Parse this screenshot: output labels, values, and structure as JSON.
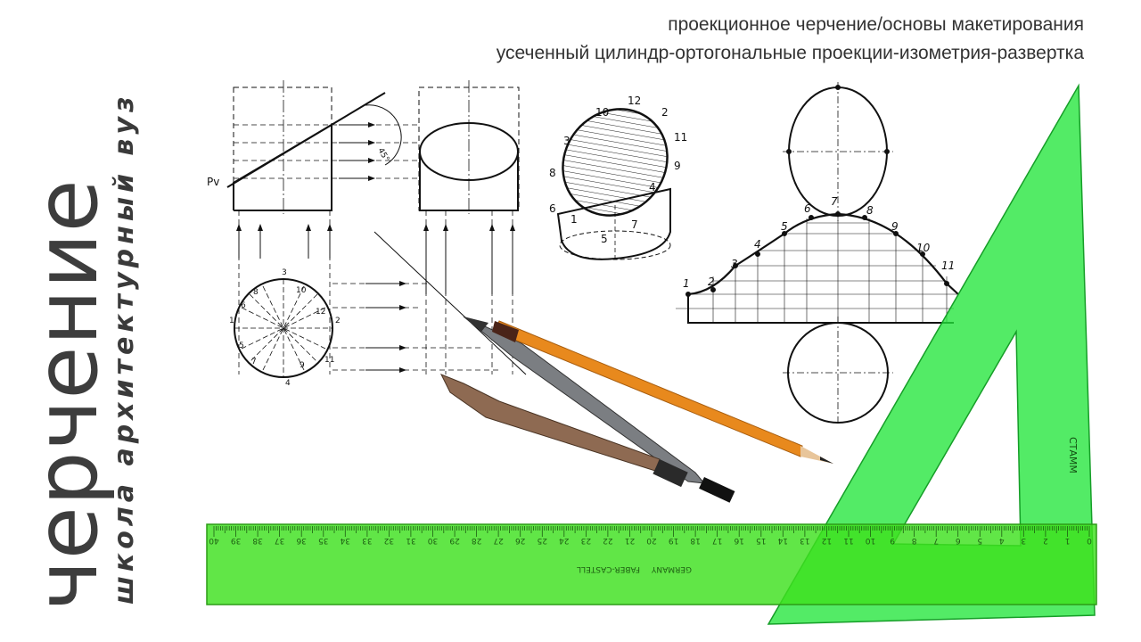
{
  "vertical_title": "черчение",
  "vertical_subtitle": "школа архитектурный вуз",
  "heading_line1": "проекционное черчение/основы макетирования",
  "heading_line2": "усеченный цилиндр-ортогональные проекции-изометрия-развертка",
  "drawing_labels": {
    "plane": "Pv",
    "angle": "45°",
    "circle_points": [
      "1",
      "2",
      "3",
      "4",
      "5",
      "6",
      "7",
      "8",
      "9",
      "10",
      "11",
      "12"
    ],
    "iso_points": [
      "1",
      "2",
      "3",
      "4",
      "5",
      "6",
      "7",
      "8",
      "9",
      "10",
      "11",
      "12"
    ],
    "unfold_points": [
      "1",
      "2",
      "3",
      "4",
      "5",
      "6",
      "7",
      "8",
      "9",
      "10",
      "11"
    ]
  },
  "ruler": {
    "brand": "FABER-CASTELL",
    "origin": "GERMANY",
    "marks": [
      "40",
      "39",
      "38",
      "37",
      "36",
      "35",
      "34",
      "33",
      "32",
      "31",
      "30",
      "29",
      "28",
      "27",
      "26",
      "25",
      "24",
      "23",
      "22",
      "21",
      "20",
      "19",
      "18",
      "17",
      "16",
      "15",
      "14",
      "13",
      "12",
      "11",
      "10",
      "9",
      "8",
      "7",
      "6",
      "5",
      "4",
      "3",
      "2",
      "1",
      "0"
    ]
  },
  "triangle": {
    "brand": "СТАММ"
  },
  "colors": {
    "ruler": "#3ee01f",
    "triangle": "#22e63b",
    "pencil": "#e8891d",
    "ink": "#111111",
    "text": "#333333"
  }
}
